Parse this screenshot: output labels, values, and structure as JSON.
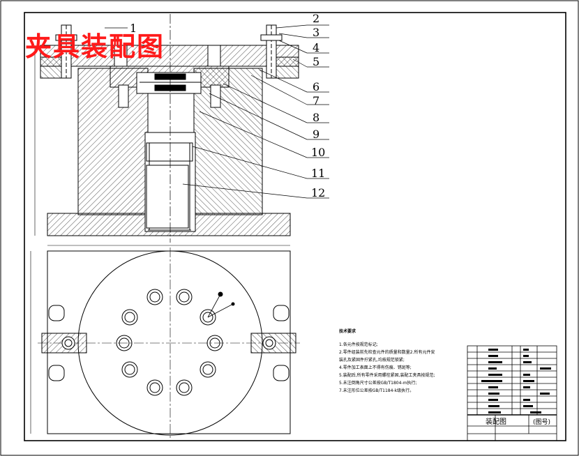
{
  "drawing": {
    "title_stamp": "夹具装配图",
    "callouts": [
      "1",
      "2",
      "3",
      "4",
      "5",
      "6",
      "7",
      "8",
      "9",
      "10",
      "11",
      "12"
    ],
    "technical_notes": {
      "heading": "技术要求",
      "items": [
        "1.各元件按规范标记;",
        "2.零件组装前先检查元件的质量和数量2.所有元件安",
        "装孔及紧固件拧紧孔,均按规范锁紧;",
        "4.零件加工表面上不得有伤痕、锈斑等;",
        "5.装配后,所有零件采用螺栓紧固,装配工夹具按规范;",
        "5.未注倒角尺寸公差按GB/T1804-m执行;",
        "7.未注形位公差按GB/T1184-k级执行。"
      ]
    },
    "title_block": {
      "drawing_name": "装配图",
      "drawing_code": "(图号)"
    }
  }
}
